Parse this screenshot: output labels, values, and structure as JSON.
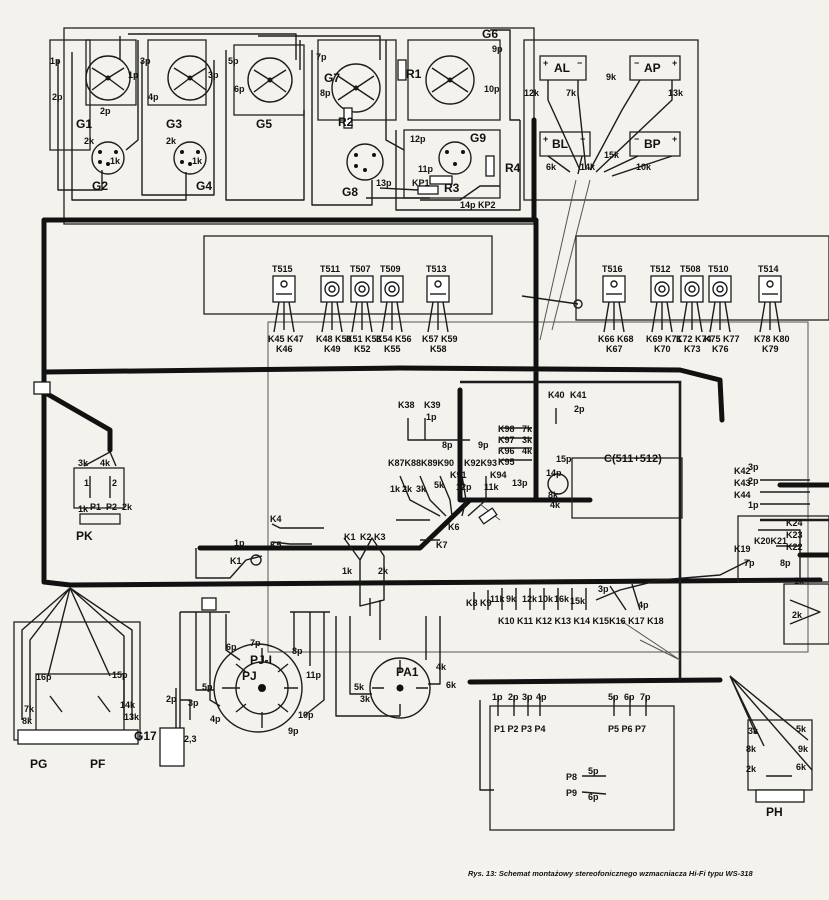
{
  "caption": "Rys. 13: Schemat montażowy stereofonicznego wzmacniacza Hi-Fi typu WS-318",
  "top_labels": {
    "g1": "G1",
    "g2": "G2",
    "g3": "G3",
    "g4": "G4",
    "g5": "G5",
    "g6": "G6",
    "g7": "G7",
    "g8": "G8",
    "g9": "G9",
    "r1": "R1",
    "r2": "R2",
    "r3": "R3",
    "r4": "R4",
    "kp1": "KP1",
    "kp2": "14p KP2"
  },
  "speakers": {
    "al": "AL",
    "ap": "AP",
    "bl": "BL",
    "bp": "BP",
    "plus": "+",
    "minus": "−",
    "w12k": "12k",
    "w7k": "7k",
    "w9k": "9k",
    "w13k": "13k",
    "w6k": "6k",
    "w14k": "14k",
    "w15k": "15k",
    "w10k": "10k"
  },
  "transistors": [
    {
      "name": "T515",
      "pins": "K45 K47",
      "sub": "K46"
    },
    {
      "name": "T511",
      "pins": "K48 K50",
      "sub": "K49"
    },
    {
      "name": "T507",
      "pins": "K51 K53",
      "sub": "K52"
    },
    {
      "name": "T509",
      "pins": "K54 K56",
      "sub": "K55"
    },
    {
      "name": "T513",
      "pins": "K57 K59",
      "sub": "K58"
    },
    {
      "name": "T516",
      "pins": "K66 K68",
      "sub": "K67"
    },
    {
      "name": "T512",
      "pins": "K69 K71",
      "sub": "K70"
    },
    {
      "name": "T508",
      "pins": "K72 K74",
      "sub": "K73"
    },
    {
      "name": "T510",
      "pins": "K75 K77",
      "sub": "K76"
    },
    {
      "name": "T514",
      "pins": "K78 K80",
      "sub": "K79"
    }
  ],
  "board": {
    "k38": "K38",
    "k39": "K39",
    "k40": "K40",
    "k41": "K41",
    "k98": "K98",
    "k97": "K97",
    "k96": "K96",
    "k95": "K95",
    "row_k87": "K87K88K89K90",
    "row_k92": "K92K93",
    "k91": "K91",
    "k94": "K94",
    "cap_c": "C(511+512)",
    "k42": "K42",
    "k43": "K43",
    "k44": "K44",
    "k4": "K4",
    "k5": "K5",
    "k6": "K6",
    "k7": "K7",
    "k1": "K1",
    "k1b": "K1",
    "k2": "K2",
    "k3": "K3",
    "k8": "K8",
    "k9": "K9",
    "row_k10": "K10 K11 K12 K13 K14 K15K16 K17 K18",
    "k19": "K19",
    "k20": "K20K21",
    "k22": "K22",
    "k23": "K23",
    "k24": "K24"
  },
  "wires": {
    "p1": "1p",
    "p2": "2p",
    "p3": "3p",
    "p4": "4p",
    "p5": "5p",
    "p6": "6p",
    "p7": "7p",
    "p8": "8p",
    "p9": "9p",
    "p10": "10p",
    "p11": "11p",
    "p12": "12p",
    "p13": "13p",
    "p14": "14p",
    "p15": "15p",
    "p16": "16p",
    "k1k": "1k",
    "k2k": "2k",
    "k3k": "3k",
    "k4k": "4k",
    "k5k": "5k",
    "k6k": "6k",
    "k7k": "7k",
    "k8k": "8k",
    "k9k": "9k",
    "k10k": "10k",
    "k11k": "11k",
    "k12k": "12k",
    "k13k": "13k",
    "k14k": "14k",
    "k15k": "15k",
    "k16k": "16k",
    "w2_3": "2,3"
  },
  "connectors": {
    "pk": "PK",
    "pg": "PG",
    "pf": "PF",
    "ph": "PH",
    "g17": "G17",
    "pj": "PJ",
    "pi": "PJ-I",
    "pa": "PA1",
    "p1": "P1",
    "p2": "P2",
    "prow": "P1 P2 P3 P4",
    "prow2": "P5 P6 P7",
    "p8": "P8",
    "p9": "P9"
  }
}
